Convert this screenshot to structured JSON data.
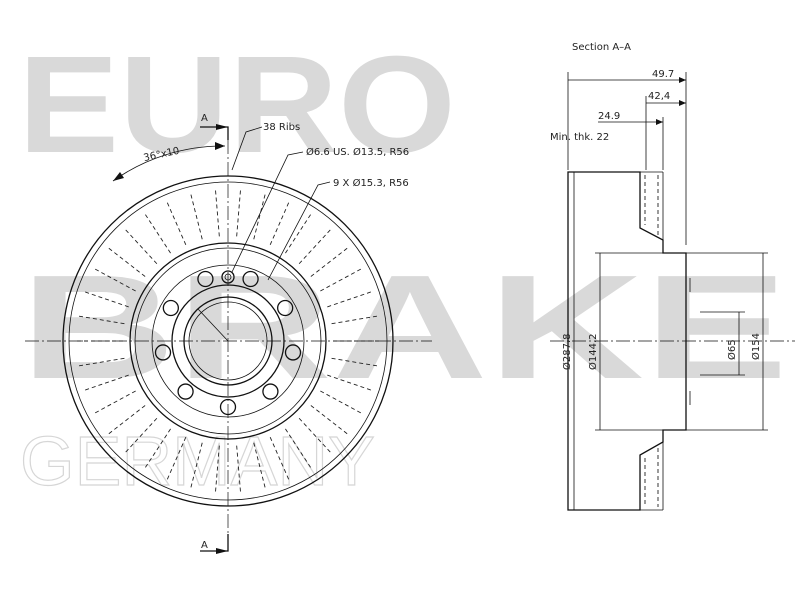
{
  "watermark": {
    "line1": "EURO",
    "line2": "BRAKE",
    "line3": "GERMANY"
  },
  "front_view": {
    "section_marker_top": "A",
    "section_marker_bottom": "A",
    "angle_label": "36°x10",
    "ribs_label": "38 Ribs",
    "hole_label": "Ø6.6 US. Ø13.5, R56",
    "bolt_label": "9 X Ø15.3, R56"
  },
  "section_view": {
    "title": "Section A–A",
    "dims": {
      "total_width": "49.7",
      "hub_width": "42,4",
      "thickness": "24.9",
      "min_thickness": "Min. thk. 22",
      "outer_diameter": "Ø287.8",
      "hub_outer_diameter": "Ø144.2",
      "center_bore": "Ø65",
      "hub_diameter": "Ø154"
    }
  }
}
